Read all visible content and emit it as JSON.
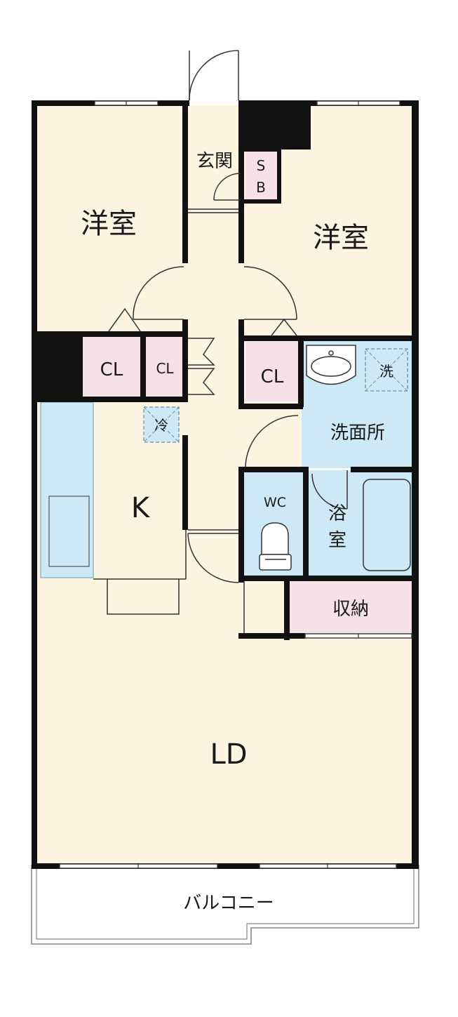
{
  "rooms": {
    "western_left": "洋室",
    "western_right": "洋室",
    "entrance": "玄関",
    "shoe_box_top": "S",
    "shoe_box_bottom": "B",
    "closet_1": "CL",
    "closet_2": "CL",
    "closet_3": "CL",
    "fridge": "冷",
    "washer": "洗",
    "washroom": "洗面所",
    "kitchen": "K",
    "toilet": "WC",
    "bath_top": "浴",
    "bath_bottom": "室",
    "storage": "収納",
    "living_dining": "LD",
    "balcony": "バルコニー"
  },
  "colors": {
    "floor": "#fdf4e1",
    "wet_area": "#cde9f6",
    "storage": "#f7e1e8",
    "wall": "#111111"
  }
}
